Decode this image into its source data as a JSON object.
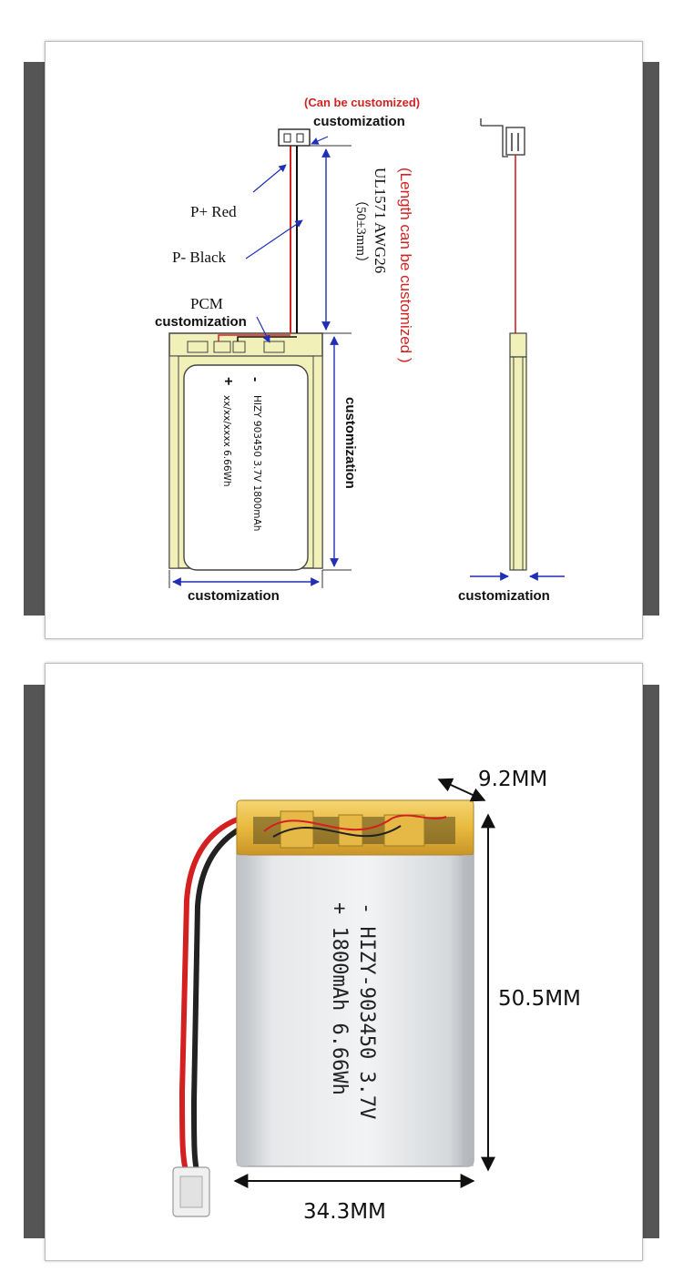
{
  "panel_top": {
    "title_red": "(Can be customized)",
    "connector_label": "customization",
    "wire_spec_line1": "UL1571 AWG26",
    "wire_spec_line2": "（50±3mm）",
    "length_note": "(Length can be customized )",
    "p_plus_label": "P+ Red",
    "p_minus_label": "P- Black",
    "pcm_label": "PCM",
    "pcm_custom_label": "customization",
    "height_label": "customization",
    "width_label": "customization",
    "thickness_label": "customization",
    "cell_minus": "-",
    "cell_plus": "+",
    "cell_text_line1": "HIZY 903450 3.7V 1800mAh",
    "cell_text_line2": "xx/xx/xxxx 6.66Wh"
  },
  "panel_bottom": {
    "thickness": "9.2MM",
    "height": "50.5MM",
    "width": "34.3MM",
    "cell_line1": "- HIZY-903450 3.7V",
    "cell_line2": "+ 1800mAh 6.66Wh"
  },
  "colors": {
    "dim_blue": "#1f2fb8",
    "note_red": "#d32222",
    "tape_yellow": "#f1f0b8",
    "frame_dark": "#555555"
  }
}
